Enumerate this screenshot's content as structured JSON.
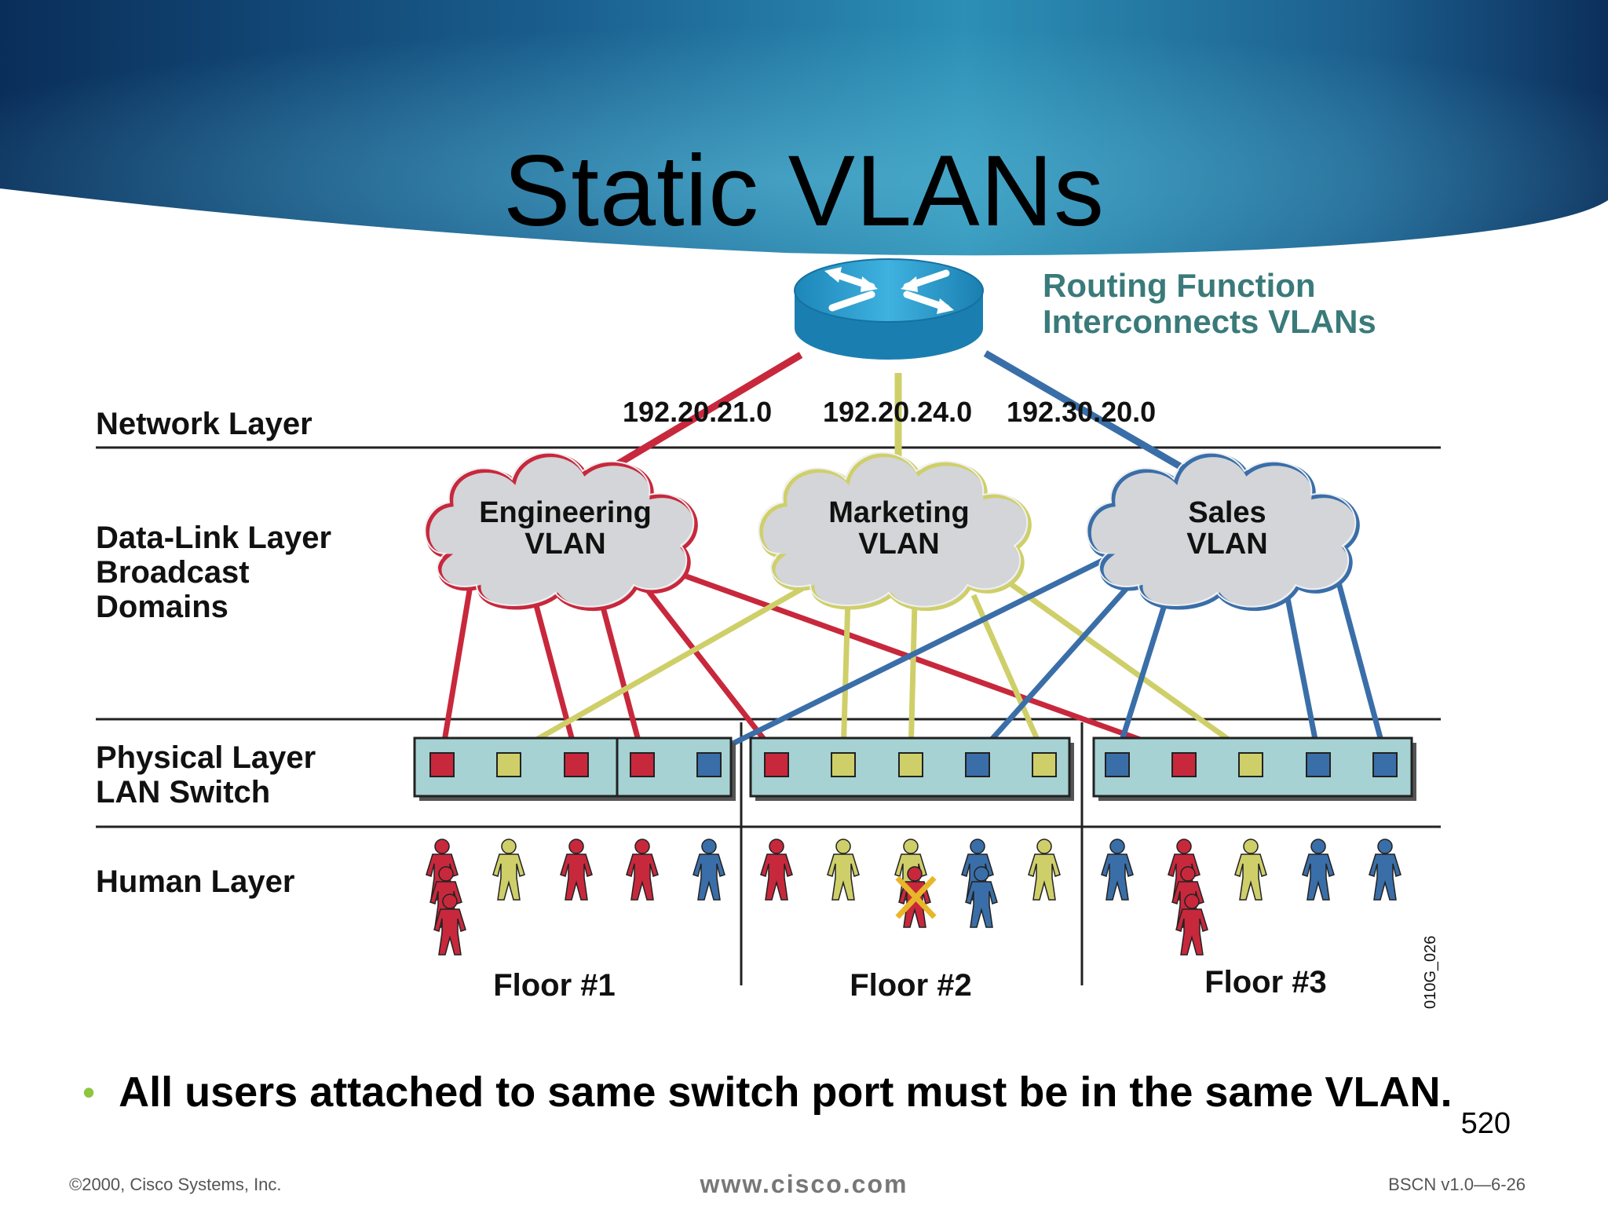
{
  "slide": {
    "title": "Static VLANs",
    "bullet": "All users attached to same switch port must be in the same VLAN.",
    "page_number": "520",
    "footer_left": "©2000, Cisco Systems, Inc.",
    "footer_center": "www.cisco.com",
    "footer_right": "BSCN v1.0—6-26"
  },
  "diagram": {
    "router_caption": [
      "Routing Function",
      "Interconnects VLANs"
    ],
    "subnets": [
      "192.20.21.0",
      "192.20.24.0",
      "192.30.20.0"
    ],
    "layers": {
      "network": "Network Layer",
      "datalink": [
        "Data-Link Layer",
        "Broadcast",
        "Domains"
      ],
      "physical": [
        "Physical Layer",
        "LAN Switch"
      ],
      "human": "Human Layer"
    },
    "vlans": [
      {
        "name": [
          "Engineering",
          "VLAN"
        ],
        "color": "red"
      },
      {
        "name": [
          "Marketing",
          "VLAN"
        ],
        "color": "yellow"
      },
      {
        "name": [
          "Sales",
          "VLAN"
        ],
        "color": "blue"
      }
    ],
    "floors": [
      "Floor #1",
      "Floor #2",
      "Floor #3"
    ],
    "figure_id": "010G_026",
    "colors": {
      "red": "#c8283c",
      "yellow": "#cfcf6a",
      "blue": "#3a6ea8",
      "router": "#2a9cd0",
      "switch": "#a6d2d3"
    },
    "ports": [
      "red",
      "yellow",
      "red",
      "red",
      "blue",
      "red",
      "yellow",
      "yellow",
      "blue",
      "yellow",
      "blue",
      "red",
      "yellow",
      "blue",
      "blue"
    ],
    "people": [
      [
        "red",
        "red",
        "red"
      ],
      [
        "yellow"
      ],
      [
        "red"
      ],
      [
        "red"
      ],
      [
        "blue"
      ],
      [
        "red"
      ],
      [
        "yellow"
      ],
      [
        "yellow",
        "red"
      ],
      [
        "blue",
        "blue"
      ],
      [
        "yellow"
      ],
      [
        "blue"
      ],
      [
        "red",
        "red",
        "red"
      ],
      [
        "yellow"
      ],
      [
        "blue"
      ],
      [
        "blue"
      ]
    ]
  }
}
